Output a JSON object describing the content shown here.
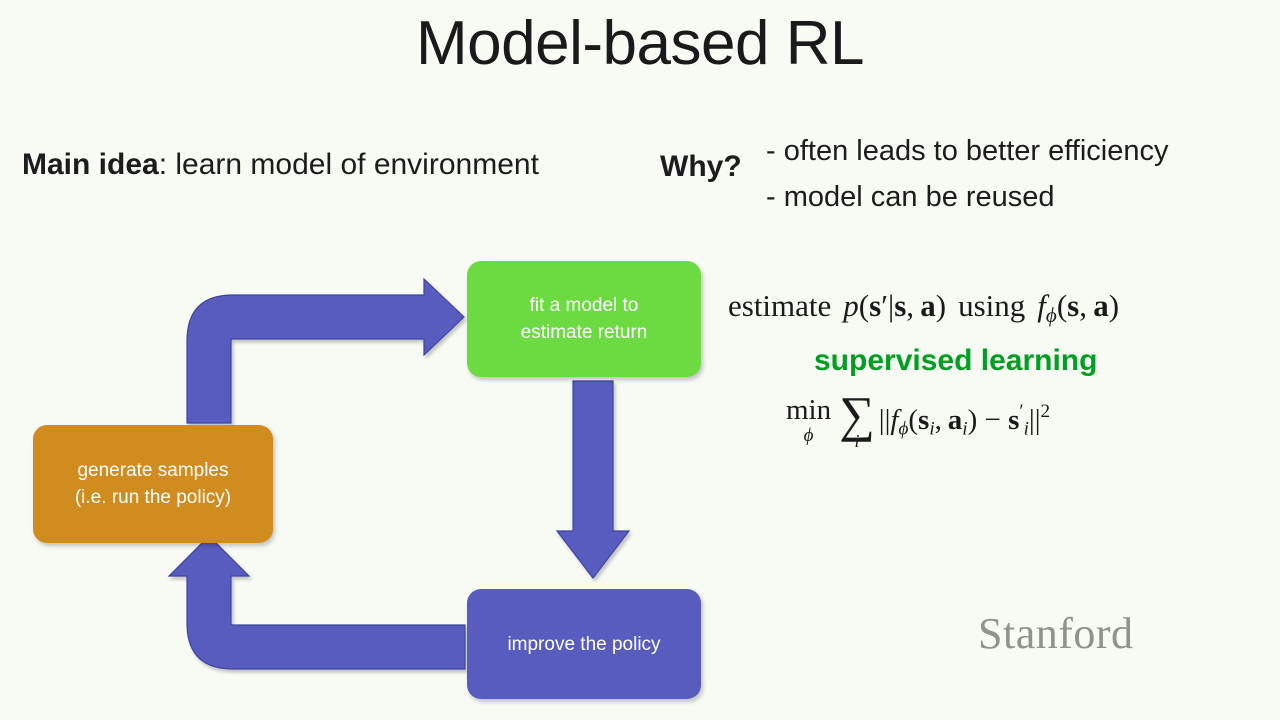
{
  "slide": {
    "title": "Model-based RL",
    "background_color": "#f7fbf4"
  },
  "header": {
    "main_idea_label": "Main idea",
    "main_idea_rest": ": learn model of environment",
    "why_label": "Why?",
    "why_bullets": [
      "- often leads to better efficiency",
      "- model can be reused"
    ]
  },
  "diagram": {
    "boxes": [
      {
        "id": "fit-model",
        "line1": "fit a model to",
        "line2": "estimate return",
        "color": "#6cdb42"
      },
      {
        "id": "generate-samples",
        "line1": "generate samples",
        "line2": "(i.e. run the policy)",
        "color": "#d18c1f"
      },
      {
        "id": "improve-policy",
        "line1": "improve the policy",
        "line2": "",
        "color": "#585cbf"
      }
    ],
    "arrow_color": "#585cbf",
    "arrows": [
      {
        "from": "generate-samples",
        "to": "fit-model",
        "shape": "elbow-up-right"
      },
      {
        "from": "fit-model",
        "to": "improve-policy",
        "shape": "straight-down"
      },
      {
        "from": "improve-policy",
        "to": "generate-samples",
        "shape": "elbow-left-up"
      }
    ]
  },
  "math": {
    "estimate": {
      "prefix": "estimate",
      "distribution": "p(s′|s, a)",
      "connector": "using",
      "model": "fϕ(s, a)"
    },
    "supervised_label": "supervised learning",
    "supervised_color": "#009e21",
    "objective": {
      "operator": "min",
      "operator_sub": "ϕ",
      "sum_symbol": "∑",
      "sum_index": "i",
      "expression": "||fϕ(sᵢ, aᵢ) − s′ᵢ||²"
    }
  },
  "branding": {
    "wordmark": "Stanford",
    "wordmark_color": "#8d938d"
  }
}
